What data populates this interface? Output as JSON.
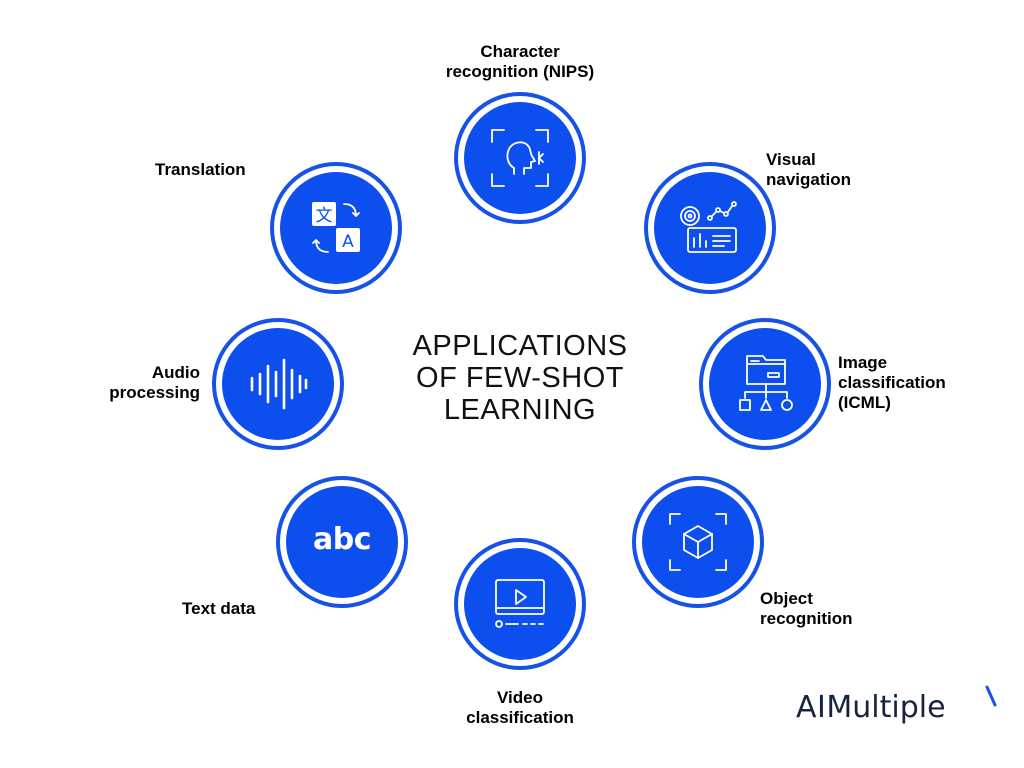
{
  "title_lines": [
    "APPLICATIONS",
    "OF FEW-SHOT",
    "LEARNING"
  ],
  "nodes": {
    "character": {
      "label_lines": [
        "Character",
        "recognition (NIPS)"
      ],
      "icon": "face-scan-icon"
    },
    "visual": {
      "label_lines": [
        "Visual",
        "navigation"
      ],
      "icon": "dashboard-icon"
    },
    "image": {
      "label_lines": [
        "Image",
        "classification",
        "(ICML)"
      ],
      "icon": "folder-hierarchy-icon"
    },
    "object": {
      "label_lines": [
        "Object",
        "recognition"
      ],
      "icon": "cube-scan-icon"
    },
    "video": {
      "label_lines": [
        "Video",
        "classification"
      ],
      "icon": "video-player-icon"
    },
    "text": {
      "label_lines": [
        "Text data"
      ],
      "icon": "abc-icon",
      "icon_text": "abc"
    },
    "audio": {
      "label_lines": [
        "Audio",
        "processing"
      ],
      "icon": "sound-wave-icon"
    },
    "translation": {
      "label_lines": [
        "Translation"
      ],
      "icon": "translate-icon",
      "glyph_cjk": "文",
      "glyph_latin": "A"
    }
  },
  "logo": {
    "part1": "AI",
    "part2": "Multiple"
  },
  "colors": {
    "accent": "#0d4fee",
    "ring": "#1652e8",
    "text": "#000000",
    "logo": "#18243f"
  }
}
